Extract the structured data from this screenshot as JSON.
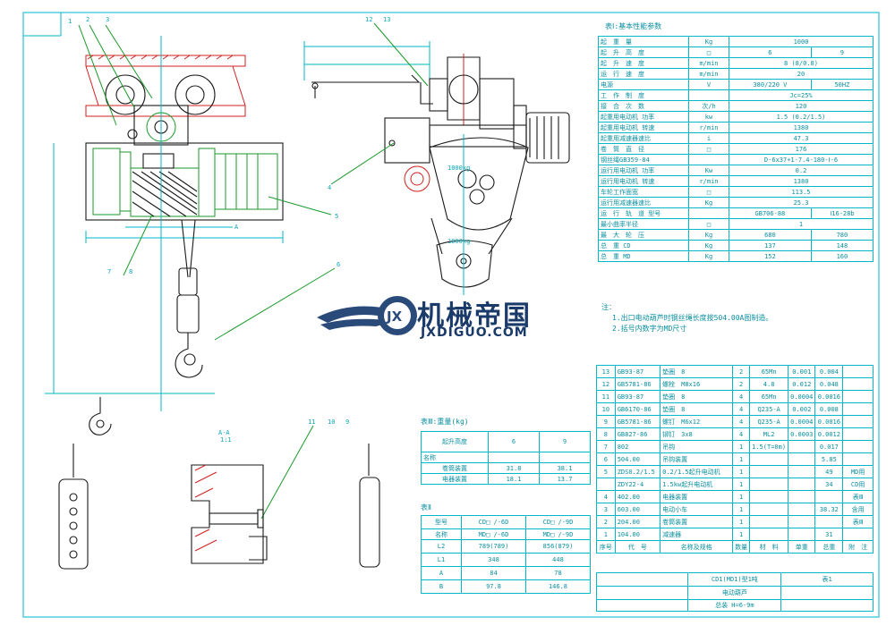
{
  "labels": {
    "callouts_left": [
      "1",
      "2",
      "3",
      "4",
      "5",
      "6",
      "7",
      "8"
    ],
    "callouts_mid": [
      "12",
      "13"
    ],
    "callouts_bottom": [
      "11",
      "10",
      "9"
    ],
    "load_1": "1000kg",
    "load_2": "1000kg",
    "section_a": "A-A",
    "section_scale": "1:1",
    "view_a": "A"
  },
  "table1": {
    "title": "表Ⅰ:基本性能参数",
    "rows": [
      [
        "起　重　量",
        "Kg",
        "1000",
        ""
      ],
      [
        "起　升　高　度",
        "□",
        "6",
        "9"
      ],
      [
        "起　升　速　度",
        "m/min",
        "8 (8/0.8)",
        ""
      ],
      [
        "运　行　速　度",
        "m/min",
        "20",
        ""
      ],
      [
        "电源",
        "V",
        "380/220 V",
        "50HZ"
      ],
      [
        "工　作　制　度",
        "",
        "Jc=25%",
        ""
      ],
      [
        "接　合　次　数",
        "次/h",
        "120",
        ""
      ],
      [
        "起重用电动机 功率",
        "kw",
        "1.5 (0.2/1.5)",
        ""
      ],
      [
        "起重用电动机 转速",
        "r/min",
        "1380",
        ""
      ],
      [
        "起重用减速器速比",
        "i",
        "47.3",
        ""
      ],
      [
        "卷　筒　直　径",
        "□",
        "176",
        ""
      ],
      [
        "钢丝绳GB359-84",
        "",
        "D-6x37+1-7.4-180-Ⅰ-6",
        ""
      ],
      [
        "运行用电动机 功率",
        "Kw",
        "0.2",
        ""
      ],
      [
        "运行用电动机 转速",
        "r/min",
        "1380",
        ""
      ],
      [
        "车轮工作面宽",
        "□",
        "113.5",
        ""
      ],
      [
        "运行用减速器速比",
        "Kg",
        "25.3",
        ""
      ],
      [
        "运　行　轨　道 型号",
        "",
        "GB706-88",
        "Ⅰ16-28b"
      ],
      [
        "最小曲率半径",
        "□",
        "1",
        ""
      ],
      [
        "最　大　轮　压",
        "Kg",
        "680",
        "780"
      ],
      [
        "总　重 CD",
        "Kg",
        "137",
        "148"
      ],
      [
        "总　重 MD",
        "Kg",
        "152",
        "160"
      ]
    ]
  },
  "notes": {
    "heading": "注：",
    "lines": [
      "1.出口电动葫芦时钢丝绳长度按504.00A图制造。",
      "2.括号内数字为MD尺寸"
    ]
  },
  "table3": {
    "title": "表Ⅲ:重量(kg)",
    "header": [
      "起升高度",
      "6",
      "9"
    ],
    "header_sub": "名称",
    "rows": [
      [
        "卷筒装置",
        "31.8",
        "38.1"
      ],
      [
        "电器装置",
        "18.1",
        "13.7"
      ]
    ]
  },
  "table2": {
    "title": "表Ⅱ",
    "header": [
      "型号",
      "CD□ /-6D",
      "CD□ /-9D"
    ],
    "header_2": [
      "",
      "MD□ /-6D",
      "MD□ /-9D"
    ],
    "header_sub": "名称",
    "rows": [
      [
        "L2",
        "789(789)",
        "856(879)"
      ],
      [
        "L1",
        "348",
        "448"
      ],
      [
        "A",
        "84",
        "78"
      ],
      [
        "B",
        "97.8",
        "146.8"
      ]
    ]
  },
  "bom": {
    "rows": [
      [
        "13",
        "GB93-87",
        "垫圈　8",
        "2",
        "65Mn",
        "0.001",
        "0.004",
        ""
      ],
      [
        "12",
        "GB5781-86",
        "螺栓　M8x16",
        "2",
        "4.8",
        "0.012",
        "0.048",
        ""
      ],
      [
        "11",
        "GB93-87",
        "垫圈　8",
        "4",
        "65Mn",
        "0.0004",
        "0.0016",
        ""
      ],
      [
        "10",
        "GB6170-86",
        "垫圈　8",
        "4",
        "Q235-A",
        "0.002",
        "0.008",
        ""
      ],
      [
        "9",
        "GB5781-86",
        "螺钉　M6x12",
        "4",
        "Q235-A",
        "0.0004",
        "0.0016",
        ""
      ],
      [
        "8",
        "GB827-86",
        "铆钉　3x8",
        "4",
        "ML2",
        "0.0003",
        "0.0012",
        ""
      ],
      [
        "7",
        "802",
        "吊钩",
        "1",
        "1.5(T=0m)",
        "",
        "0.017",
        ""
      ],
      [
        "6",
        "504.00",
        "吊钩装置",
        "1",
        "",
        "",
        "5.85",
        ""
      ],
      [
        "5",
        "ZDS0.2/1.5",
        "0.2/1.5起升电动机",
        "1",
        "",
        "",
        "49",
        "MD用"
      ],
      [
        "",
        "ZDY22-4",
        "1.5kw起升电动机",
        "1",
        "",
        "",
        "34",
        "CD用"
      ],
      [
        "4",
        "402.00",
        "电器装置",
        "1",
        "",
        "",
        "",
        "表Ⅲ"
      ],
      [
        "3",
        "603.00",
        "电动小车",
        "1",
        "",
        "",
        "38.32",
        "含用"
      ],
      [
        "2",
        "204.00",
        "卷筒装置",
        "1",
        "",
        "",
        "",
        "表Ⅲ"
      ],
      [
        "1",
        "104.00",
        "减速器",
        "1",
        "",
        "",
        "31",
        ""
      ]
    ],
    "header": [
      "序号",
      "代　号",
      "名称及规格",
      "数量",
      "材　料",
      "单重",
      "总重",
      "附　注"
    ],
    "title_block": [
      "CD1(MD1)型1吨",
      "电动葫芦",
      "总装 H=6-9m"
    ],
    "sheet": "表1"
  },
  "watermark": {
    "logo_letters": "JX",
    "title": "机械帝国",
    "subtitle": "JXDIGUO.COM"
  },
  "colors": {
    "cyan": "#00b8c8",
    "green": "#1a9a2a",
    "red": "#d02020",
    "brand": "#1a3a6a"
  }
}
